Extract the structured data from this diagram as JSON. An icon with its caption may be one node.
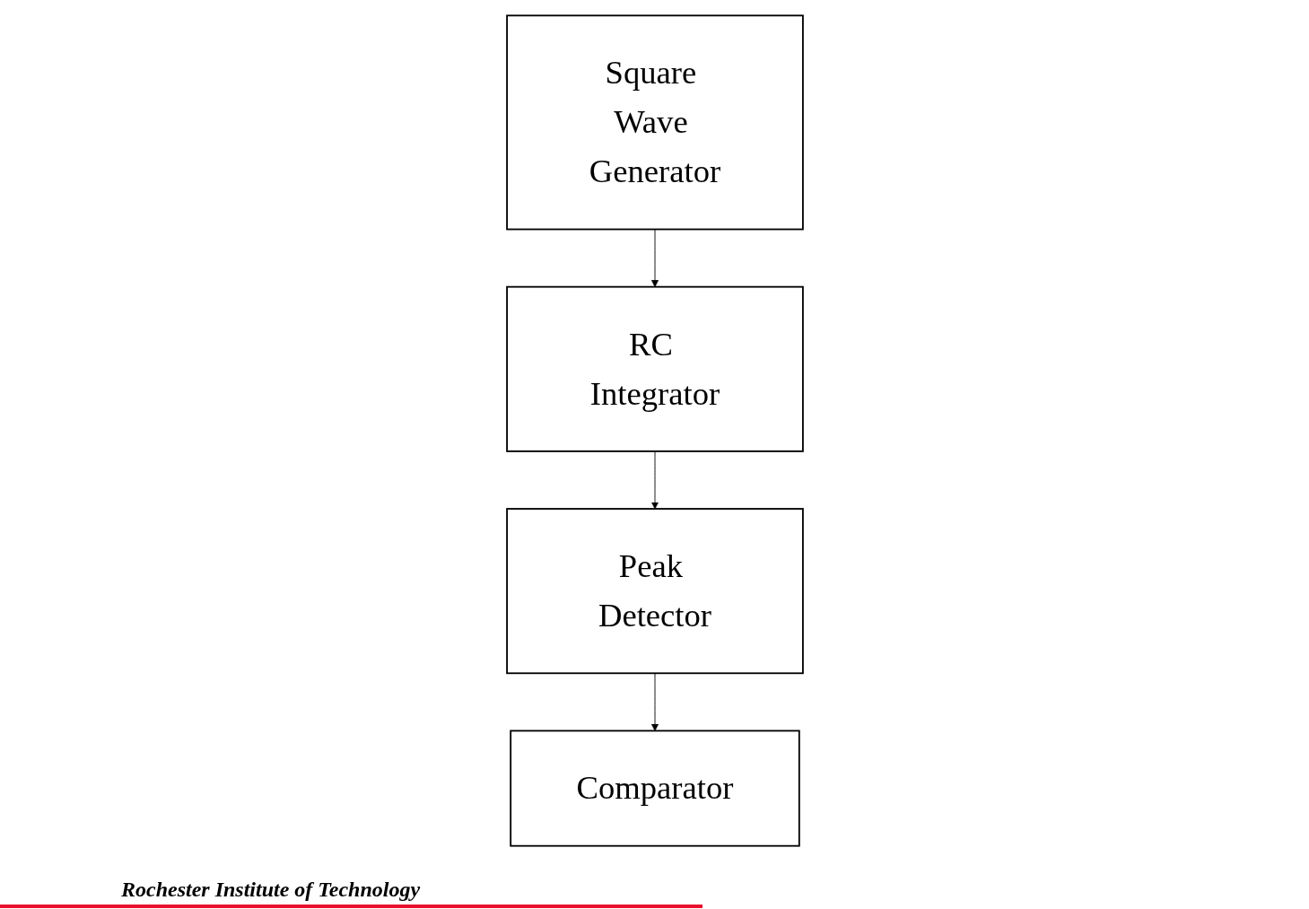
{
  "diagram": {
    "nodes": [
      {
        "text": [
          "Square Wave Generator"
        ]
      },
      {
        "text": [
          "RC Integrator"
        ]
      },
      {
        "text": [
          "Peak Detector"
        ]
      },
      {
        "text": [
          "Comparator"
        ]
      }
    ],
    "edges": [
      {
        "from": 0,
        "to": 1,
        "arrow": "to"
      },
      {
        "from": 1,
        "to": 2,
        "arrow": "to"
      },
      {
        "from": 2,
        "to": 3,
        "arrow": "to"
      }
    ],
    "labels": [
      "Rochester Institute of Technology"
    ]
  }
}
